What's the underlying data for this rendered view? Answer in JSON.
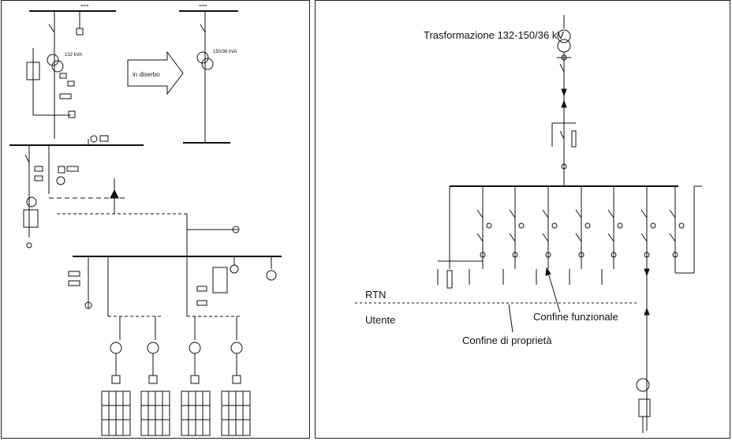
{
  "right": {
    "title": "Trasformazione 132-150/36 kV",
    "rtn": "RTN",
    "utente": "Utente",
    "confine_funzionale": "Confine funzionale",
    "confine_proprieta": "Confine di proprietà"
  },
  "left": {
    "arrow_text": "in diserbo",
    "small_labels": {
      "top_bus_left": "===",
      "top_bus_right": "===",
      "trafo_left": "132 kVA",
      "trafo_right": "150/36 kVA"
    }
  },
  "colors": {
    "line": "#111111",
    "background": "#ffffff"
  }
}
